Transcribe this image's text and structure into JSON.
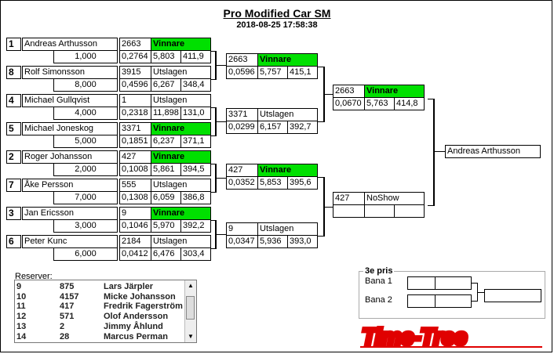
{
  "header": {
    "title": "Pro Modified Car SM",
    "datetime": "2018-08-25 17:58:38"
  },
  "round1": [
    {
      "seed": "1",
      "driver": "Andreas Arthusson",
      "dial": "1,000",
      "car": "2663",
      "result": "Vinnare",
      "rt": "0,2764",
      "et": "5,803",
      "speed": "411,9",
      "win": true
    },
    {
      "seed": "8",
      "driver": "Rolf Simonsson",
      "dial": "8,000",
      "car": "3915",
      "result": "Utslagen",
      "rt": "0,4596",
      "et": "6,267",
      "speed": "348,4",
      "win": false
    },
    {
      "seed": "4",
      "driver": "Michael Gullqvist",
      "dial": "4,000",
      "car": "1",
      "result": "Utslagen",
      "rt": "0,2318",
      "et": "11,898",
      "speed": "131,0",
      "win": false
    },
    {
      "seed": "5",
      "driver": "Michael Joneskog",
      "dial": "5,000",
      "car": "3371",
      "result": "Vinnare",
      "rt": "0,1851",
      "et": "6,237",
      "speed": "371,1",
      "win": true
    },
    {
      "seed": "2",
      "driver": "Roger Johansson",
      "dial": "2,000",
      "car": "427",
      "result": "Vinnare",
      "rt": "0,1008",
      "et": "5,861",
      "speed": "394,5",
      "win": true
    },
    {
      "seed": "7",
      "driver": "Åke Persson",
      "dial": "7,000",
      "car": "555",
      "result": "Utslagen",
      "rt": "0,1308",
      "et": "6,059",
      "speed": "386,8",
      "win": false
    },
    {
      "seed": "3",
      "driver": "Jan Ericsson",
      "dial": "3,000",
      "car": "9",
      "result": "Vinnare",
      "rt": "0,1046",
      "et": "5,970",
      "speed": "392,2",
      "win": true
    },
    {
      "seed": "6",
      "driver": "Peter Kunc",
      "dial": "6,000",
      "car": "2184",
      "result": "Utslagen",
      "rt": "0,0412",
      "et": "6,476",
      "speed": "303,4",
      "win": false
    }
  ],
  "round2": [
    {
      "car": "2663",
      "result": "Vinnare",
      "rt": "0,0596",
      "et": "5,757",
      "speed": "415,1",
      "win": true
    },
    {
      "car": "3371",
      "result": "Utslagen",
      "rt": "0,0299",
      "et": "6,157",
      "speed": "392,7",
      "win": false
    },
    {
      "car": "427",
      "result": "Vinnare",
      "rt": "0,0352",
      "et": "5,853",
      "speed": "395,6",
      "win": true
    },
    {
      "car": "9",
      "result": "Utslagen",
      "rt": "0,0347",
      "et": "5,936",
      "speed": "393,0",
      "win": false
    }
  ],
  "round3": [
    {
      "car": "2663",
      "result": "Vinnare",
      "rt": "0,0670",
      "et": "5,763",
      "speed": "414,8",
      "win": true
    },
    {
      "car": "427",
      "result": "NoShow",
      "rt": "",
      "et": "",
      "speed": "",
      "win": false
    }
  ],
  "winner": "Andreas Arthusson",
  "reserves": {
    "label": "Reserver:",
    "rows": [
      {
        "pos": "9",
        "car": "875",
        "name": "Lars Järpler"
      },
      {
        "pos": "10",
        "car": "4157",
        "name": "Micke Johansson"
      },
      {
        "pos": "11",
        "car": "417",
        "name": "Fredrik Fagerström"
      },
      {
        "pos": "12",
        "car": "571",
        "name": "Olof Andersson"
      },
      {
        "pos": "13",
        "car": "2",
        "name": "Jimmy Åhlund"
      },
      {
        "pos": "14",
        "car": "28",
        "name": "Marcus Perman"
      }
    ]
  },
  "third": {
    "title": "3e pris",
    "lane1": "Bana 1",
    "lane2": "Bana 2"
  },
  "logo": {
    "text": "Time-Tree",
    "color": "#e00000"
  },
  "colors": {
    "winner": "#00e000"
  }
}
